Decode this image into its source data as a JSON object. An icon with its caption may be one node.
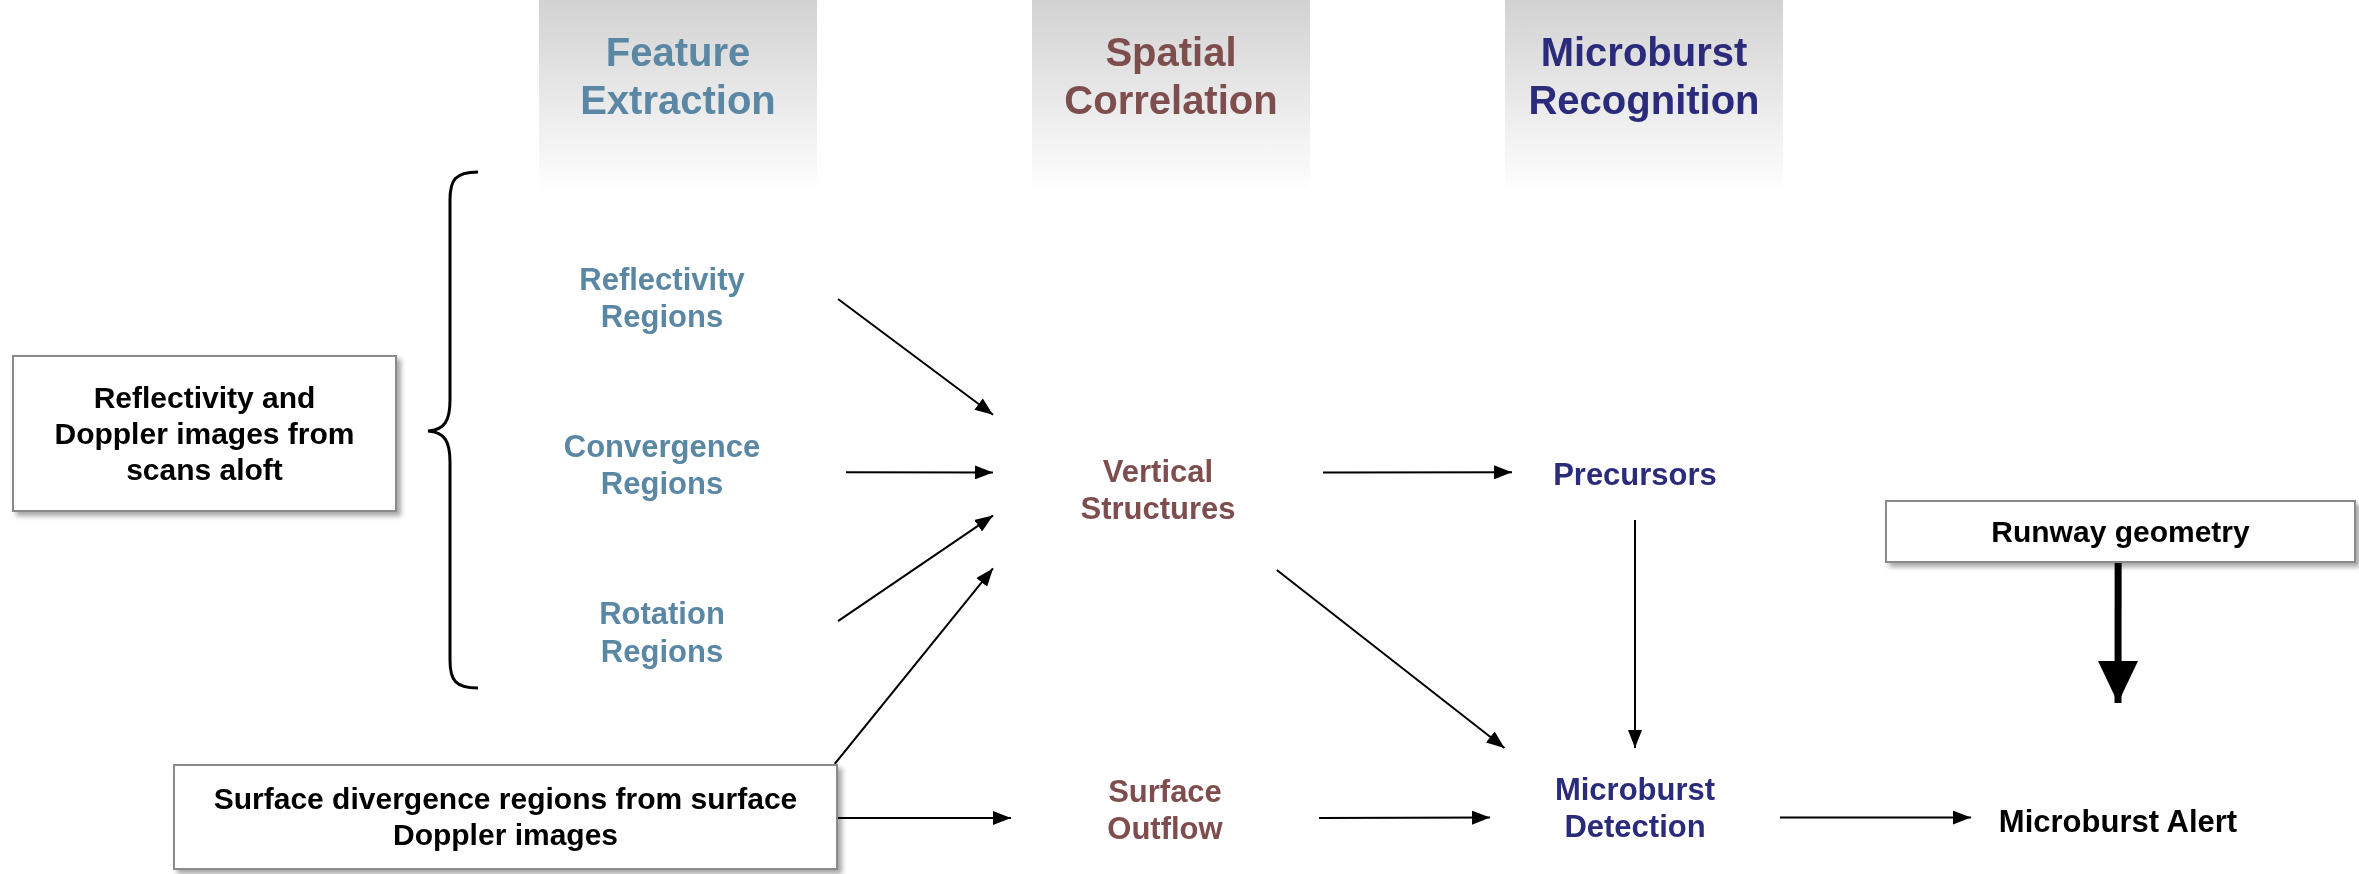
{
  "diagram": {
    "nodes": [
      {
        "text": [
          "Feature Extraction"
        ]
      },
      {
        "text": [
          "Spatial Correlation"
        ]
      },
      {
        "text": [
          "Microburst Recognition"
        ]
      },
      {
        "text": [
          "Reflectivity Regions"
        ]
      },
      {
        "text": [
          "Reflectivity and Doppler images from scans aloft"
        ]
      },
      {
        "text": [
          "Convergence Regions"
        ]
      },
      {
        "text": [
          "Vertical Structures"
        ]
      },
      {
        "text": [
          "Precursors"
        ]
      },
      {
        "text": [
          "Runway geometry"
        ]
      },
      {
        "text": [
          "Rotation Regions"
        ]
      },
      {
        "text": [
          "Surface divergence regions from surface Doppler images"
        ]
      },
      {
        "text": [
          "Surface Outflow"
        ]
      },
      {
        "text": [
          "Microburst Detection"
        ]
      },
      {
        "text": [
          "Microburst Alert"
        ]
      }
    ],
    "edges": [
      {
        "from": 3,
        "to": 6,
        "arrow": "to"
      },
      {
        "from": 5,
        "to": 6,
        "arrow": "to"
      },
      {
        "from": 9,
        "to": 6,
        "arrow": "to"
      },
      {
        "from": 10,
        "to": 6,
        "arrow": "to"
      },
      {
        "from": 10,
        "to": 11,
        "arrow": "to"
      },
      {
        "from": 6,
        "to": 7,
        "arrow": "to"
      },
      {
        "from": 6,
        "to": 12,
        "arrow": "to"
      },
      {
        "from": 7,
        "to": 12,
        "arrow": "to"
      },
      {
        "from": 11,
        "to": 12,
        "arrow": "to"
      },
      {
        "from": 12,
        "to": 13,
        "arrow": "to"
      },
      {
        "from": 8,
        "to": 13,
        "arrow": "to",
        "style": "thick"
      }
    ]
  }
}
